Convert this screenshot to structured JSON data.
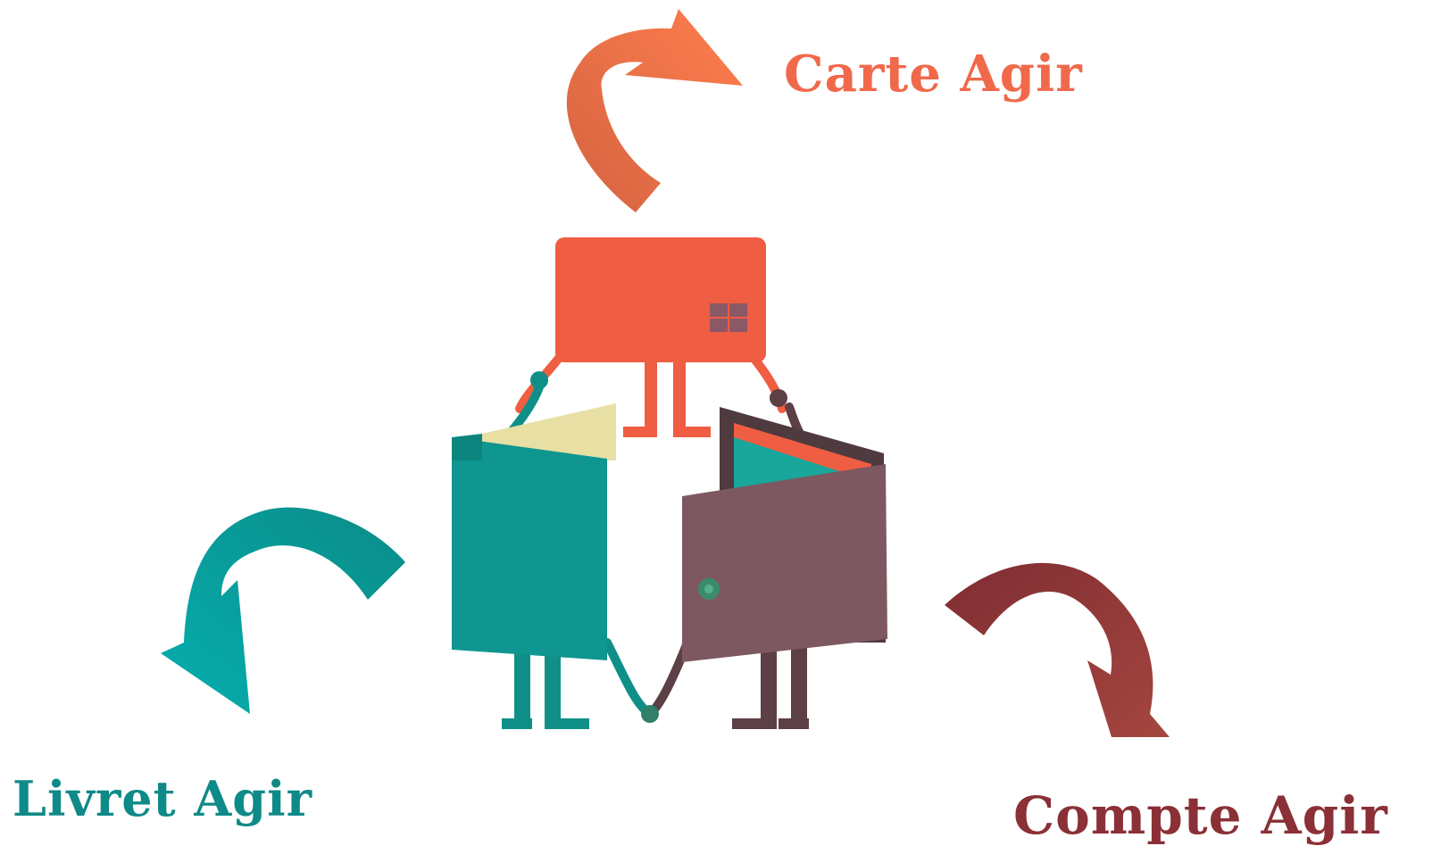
{
  "labels": {
    "carte": "Carte Agir",
    "livret": "Livret Agir",
    "compte": "Compte Agir"
  },
  "colors": {
    "carte": "#f0694b",
    "livret": "#0e8a88",
    "compte": "#8a3036",
    "carte_arrow": "#f07a4c",
    "livret_arrow": "#0a9896",
    "compte_arrow": "#913b3c",
    "card_body": "#ef5d42",
    "book_body": "#0f9690",
    "book_page": "#e8dfa4",
    "wallet_body": "#7e5860",
    "wallet_back": "#4f3a3f",
    "wallet_card_red": "#ef5d42",
    "wallet_card_teal": "#18a79a"
  },
  "icons": {
    "carte_arrow": "curved-arrow-icon",
    "livret_arrow": "curved-arrow-icon",
    "compte_arrow": "curved-arrow-icon",
    "character": "card-book-wallet-character-icon"
  }
}
